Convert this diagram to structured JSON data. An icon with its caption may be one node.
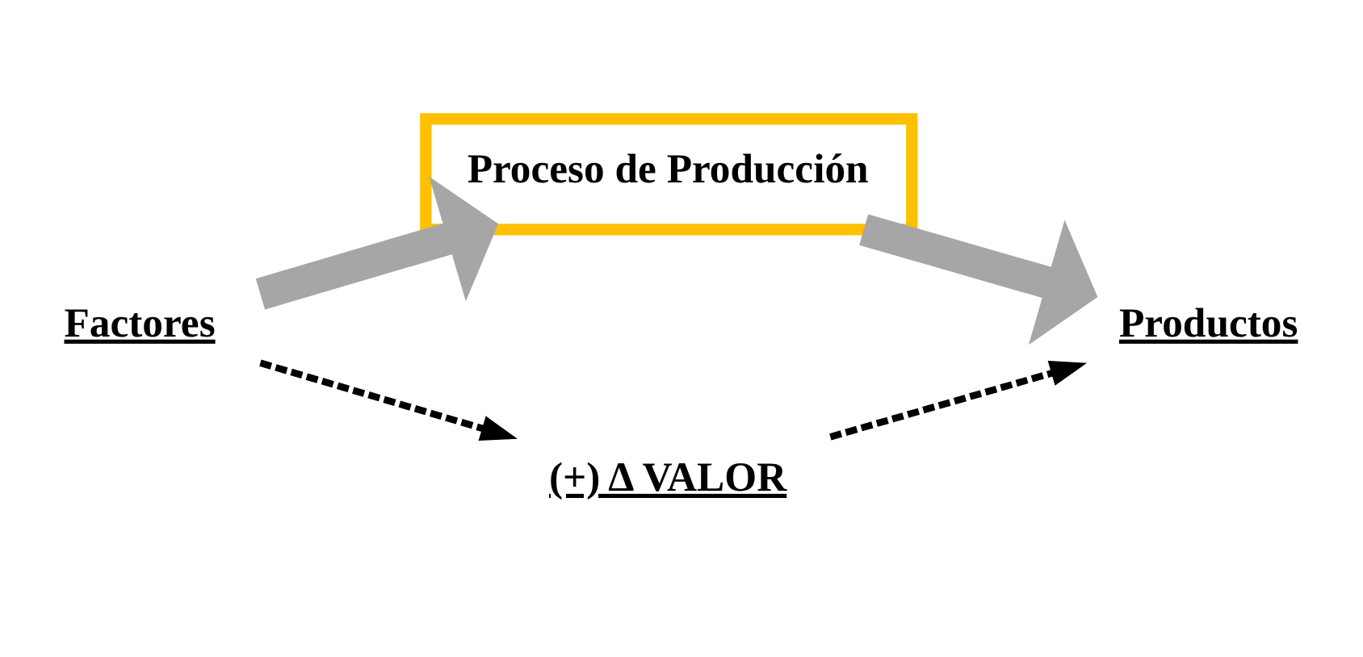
{
  "diagram": {
    "nodes": [
      {
        "text": [
          "Factores"
        ]
      },
      {
        "text": [
          "Proceso de Producción"
        ]
      },
      {
        "text": [
          "Productos"
        ]
      },
      {
        "text": [
          "(+) Δ VALOR"
        ]
      }
    ],
    "edges": [
      {
        "from": 0,
        "to": 1,
        "arrow": "to",
        "style": "thick",
        "color": "#a6a6a6"
      },
      {
        "from": 1,
        "to": 2,
        "arrow": "to",
        "style": "thick",
        "color": "#a6a6a6"
      },
      {
        "from": 0,
        "to": 3,
        "arrow": "to",
        "style": "dashed",
        "color": "#000000"
      },
      {
        "from": 3,
        "to": 2,
        "arrow": "to",
        "style": "dashed",
        "color": "#000000"
      }
    ]
  }
}
